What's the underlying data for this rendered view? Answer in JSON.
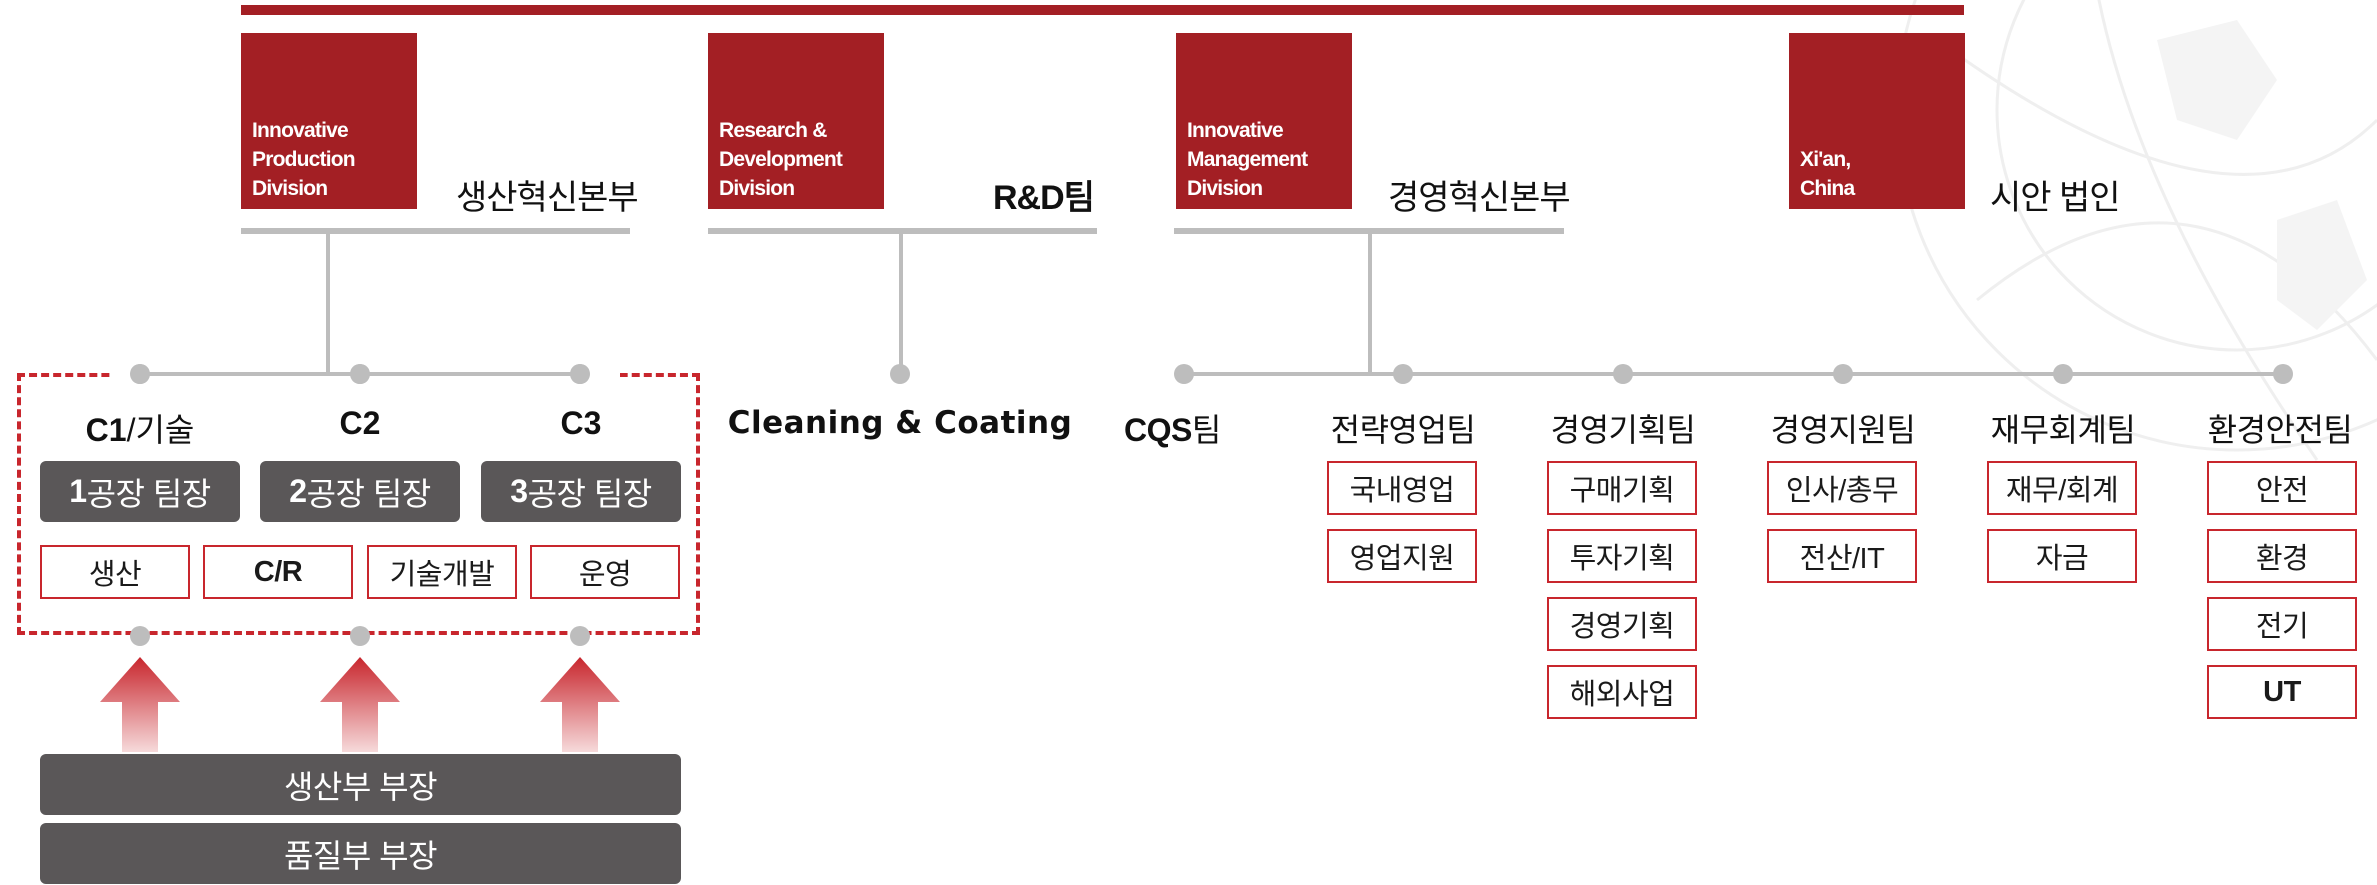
{
  "divisions": [
    {
      "en_lines": [
        "Innovative",
        "Production",
        "Division"
      ],
      "ko": "생산혁신본부"
    },
    {
      "en_lines": [
        "Research &",
        "Development",
        "Division"
      ],
      "ko": "R&D팀"
    },
    {
      "en_lines": [
        "Innovative",
        "Management",
        "Division"
      ],
      "ko": "경영혁신본부"
    },
    {
      "en_lines": [
        "Xi'an,",
        "China"
      ],
      "ko": "시안 법인"
    }
  ],
  "production": {
    "columns": [
      {
        "code": "C1",
        "suffix": "/기술",
        "team_num": "1",
        "team_text": "공장 팀장"
      },
      {
        "code": "C2",
        "suffix": "",
        "team_num": "2",
        "team_text": "공장 팀장"
      },
      {
        "code": "C3",
        "suffix": "",
        "team_num": "3",
        "team_text": "공장 팀장"
      }
    ],
    "functions": [
      "생산",
      "C/R",
      "기술개발",
      "운영"
    ],
    "bottom": [
      "생산부 부장",
      "품질부 부장"
    ]
  },
  "rnd": {
    "team": "Cleaning & Coating"
  },
  "management": {
    "teams": [
      {
        "name_bold": "CQS",
        "name_rest": "팀",
        "items": []
      },
      {
        "name_bold": "",
        "name_rest": "전략영업팀",
        "items": [
          "국내영업",
          "영업지원"
        ]
      },
      {
        "name_bold": "",
        "name_rest": "경영기획팀",
        "items": [
          "구매기획",
          "투자기획",
          "경영기획",
          "해외사업"
        ]
      },
      {
        "name_bold": "",
        "name_rest": "경영지원팀",
        "items": [
          "인사/총무",
          "전산/IT"
        ]
      },
      {
        "name_bold": "",
        "name_rest": "재무회계팀",
        "items": [
          "재무/회계",
          "자금"
        ]
      },
      {
        "name_bold": "",
        "name_rest": "환경안전팀",
        "items": [
          "안전",
          "환경",
          "전기",
          "UT"
        ]
      }
    ]
  },
  "colors": {
    "accent": "#a31f24",
    "line": "#bdbdbd",
    "dark_box": "#5a5758",
    "border": "#c8262d"
  }
}
